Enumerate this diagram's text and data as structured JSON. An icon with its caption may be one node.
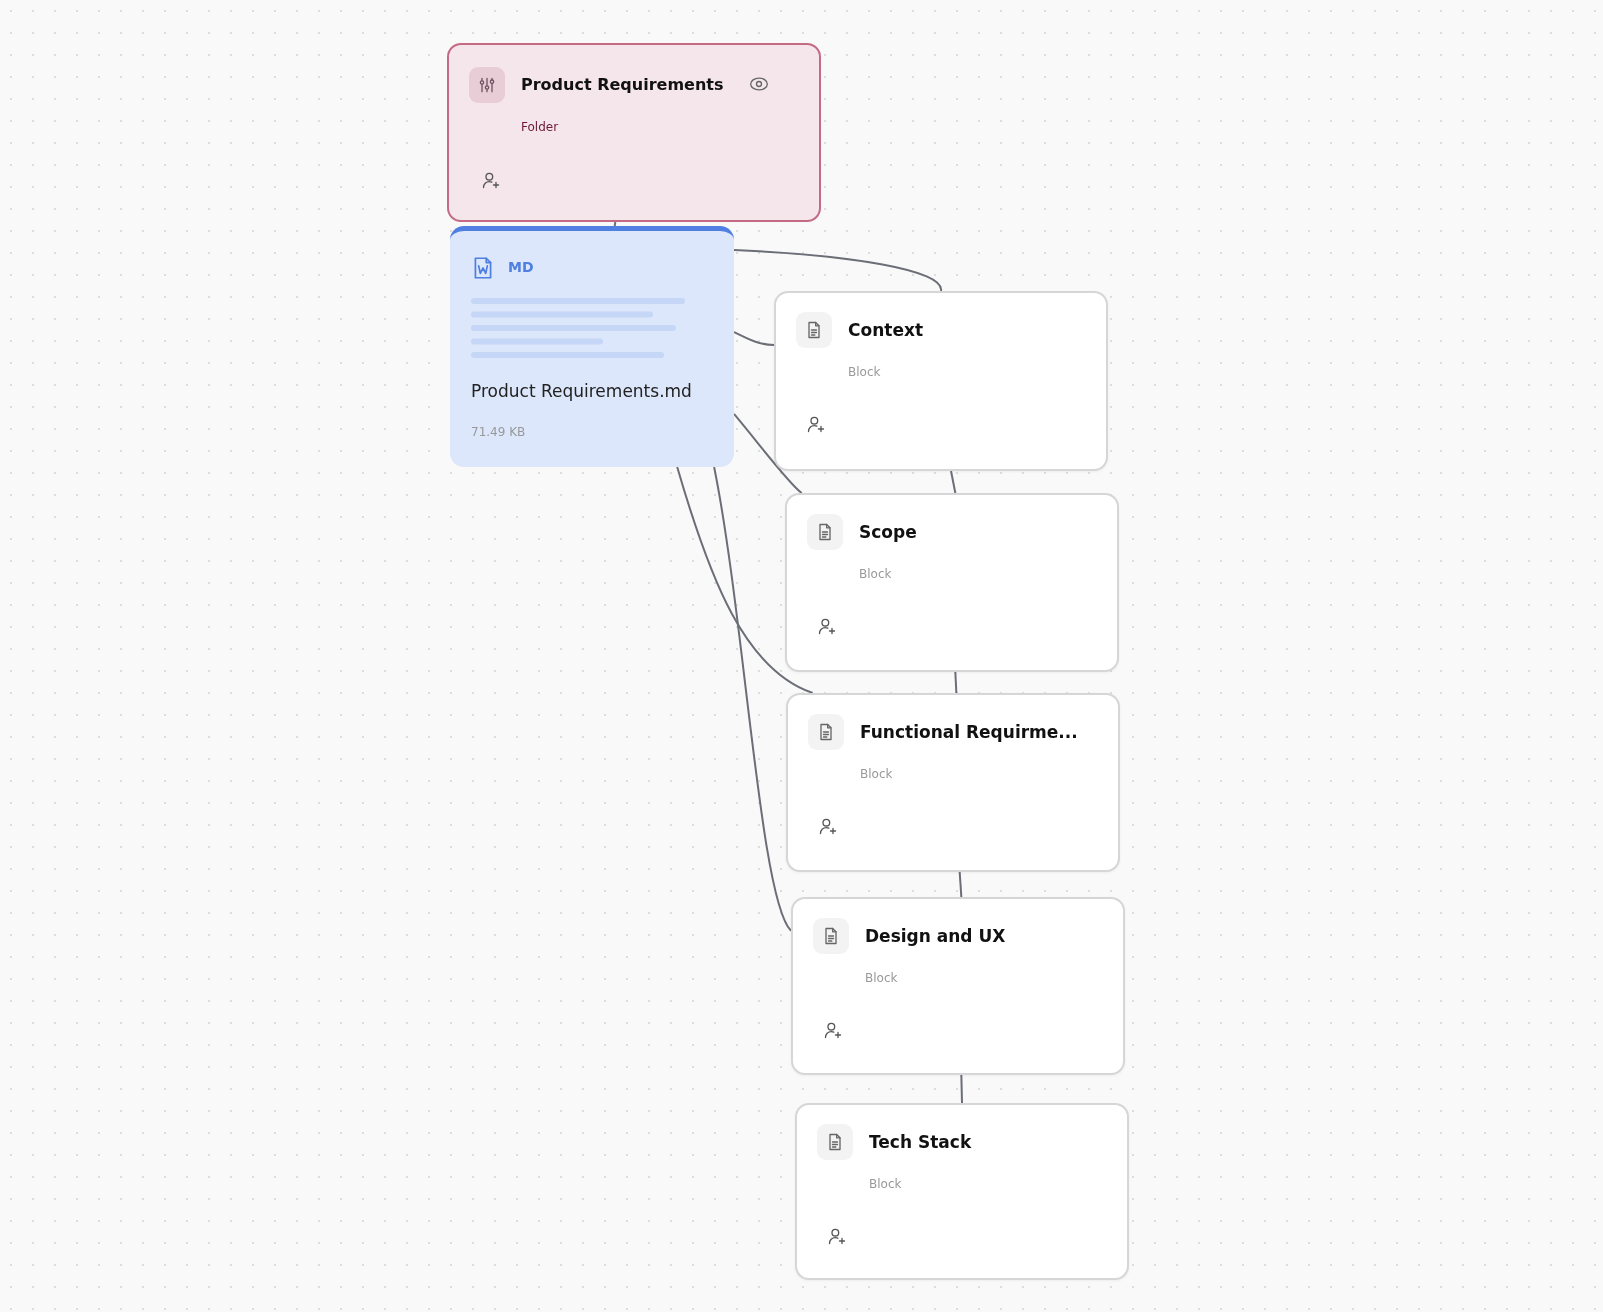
{
  "diagram": {
    "nodes": [
      {
        "text": [
          "Product Requirements",
          "Folder"
        ]
      },
      {
        "text": [
          "MD",
          "Product Requirements.md",
          "71.49 KB"
        ]
      },
      {
        "text": [
          "Context",
          "Block"
        ]
      },
      {
        "text": [
          "Scope",
          "Block"
        ]
      },
      {
        "text": [
          "Functional Requirme...",
          "Block"
        ]
      },
      {
        "text": [
          "Design and UX",
          "Block"
        ]
      },
      {
        "text": [
          "Tech Stack",
          "Block"
        ]
      }
    ],
    "edges": [
      {
        "from": 0,
        "to": 1,
        "arrow": "none"
      },
      {
        "from": 1,
        "to": 2,
        "arrow": "none"
      },
      {
        "from": 1,
        "to": 2,
        "arrow": "none"
      },
      {
        "from": 1,
        "to": 3,
        "arrow": "none"
      },
      {
        "from": 1,
        "to": 4,
        "arrow": "none"
      },
      {
        "from": 1,
        "to": 5,
        "arrow": "none"
      },
      {
        "from": 2,
        "to": 3,
        "arrow": "none"
      },
      {
        "from": 3,
        "to": 4,
        "arrow": "none"
      },
      {
        "from": 4,
        "to": 5,
        "arrow": "none"
      },
      {
        "from": 5,
        "to": 6,
        "arrow": "none"
      }
    ]
  }
}
